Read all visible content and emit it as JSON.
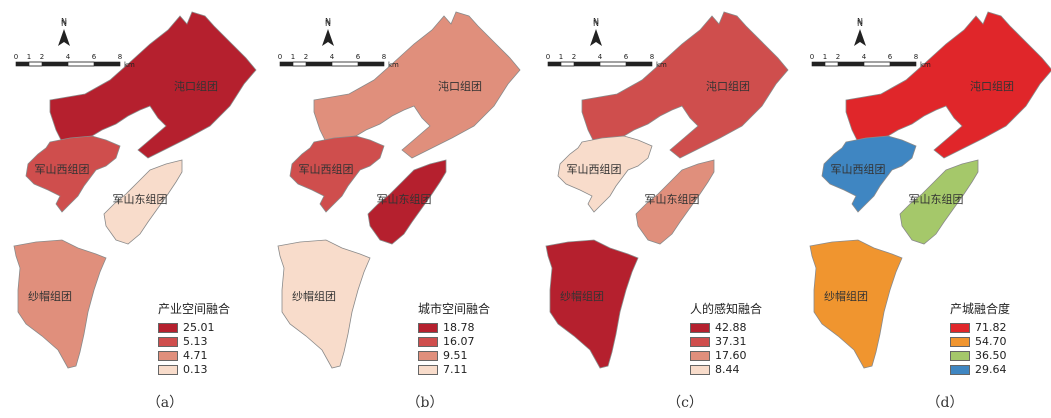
{
  "map": {
    "north": "N",
    "unit": "km",
    "scale_ticks": [
      "0",
      "1",
      "2",
      "4",
      "6",
      "8"
    ]
  },
  "districts": {
    "dongkou": "沌口组团",
    "junshan_west": "军山西组团",
    "junshan_east": "军山东组团",
    "shamao": "纱帽组团"
  },
  "panels": [
    {
      "caption": "（a）",
      "legend_title": "产业空间融合",
      "classes": [
        {
          "label": "25.01",
          "color": "#b5202e"
        },
        {
          "label": "5.13",
          "color": "#cf4e4d"
        },
        {
          "label": "4.71",
          "color": "#e08f7c"
        },
        {
          "label": "0.13",
          "color": "#f8dccb"
        }
      ],
      "fills": {
        "dongkou": "#b5202e",
        "junshan_west": "#cf4e4d",
        "junshan_east": "#f8dccb",
        "shamao": "#e08f7c"
      }
    },
    {
      "caption": "（b）",
      "legend_title": "城市空间融合",
      "classes": [
        {
          "label": "18.78",
          "color": "#b5202e"
        },
        {
          "label": "16.07",
          "color": "#cf4e4d"
        },
        {
          "label": "9.51",
          "color": "#e08f7c"
        },
        {
          "label": "7.11",
          "color": "#f8dccb"
        }
      ],
      "fills": {
        "dongkou": "#e08f7c",
        "junshan_west": "#cf4e4d",
        "junshan_east": "#b5202e",
        "shamao": "#f8dccb"
      }
    },
    {
      "caption": "（c）",
      "legend_title": "人的感知融合",
      "classes": [
        {
          "label": "42.88",
          "color": "#b5202e"
        },
        {
          "label": "37.31",
          "color": "#cf4e4d"
        },
        {
          "label": "17.60",
          "color": "#e08f7c"
        },
        {
          "label": "8.44",
          "color": "#f8dccb"
        }
      ],
      "fills": {
        "dongkou": "#cf4e4d",
        "junshan_west": "#f8dccb",
        "junshan_east": "#e08f7c",
        "shamao": "#b5202e"
      }
    },
    {
      "caption": "（d）",
      "legend_title": "产城融合度",
      "classes": [
        {
          "label": "71.82",
          "color": "#e0262a"
        },
        {
          "label": "54.70",
          "color": "#f0952f"
        },
        {
          "label": "36.50",
          "color": "#a5c86a"
        },
        {
          "label": "29.64",
          "color": "#3f86c2"
        }
      ],
      "fills": {
        "dongkou": "#e0262a",
        "junshan_west": "#3f86c2",
        "junshan_east": "#a5c86a",
        "shamao": "#f0952f"
      }
    }
  ]
}
